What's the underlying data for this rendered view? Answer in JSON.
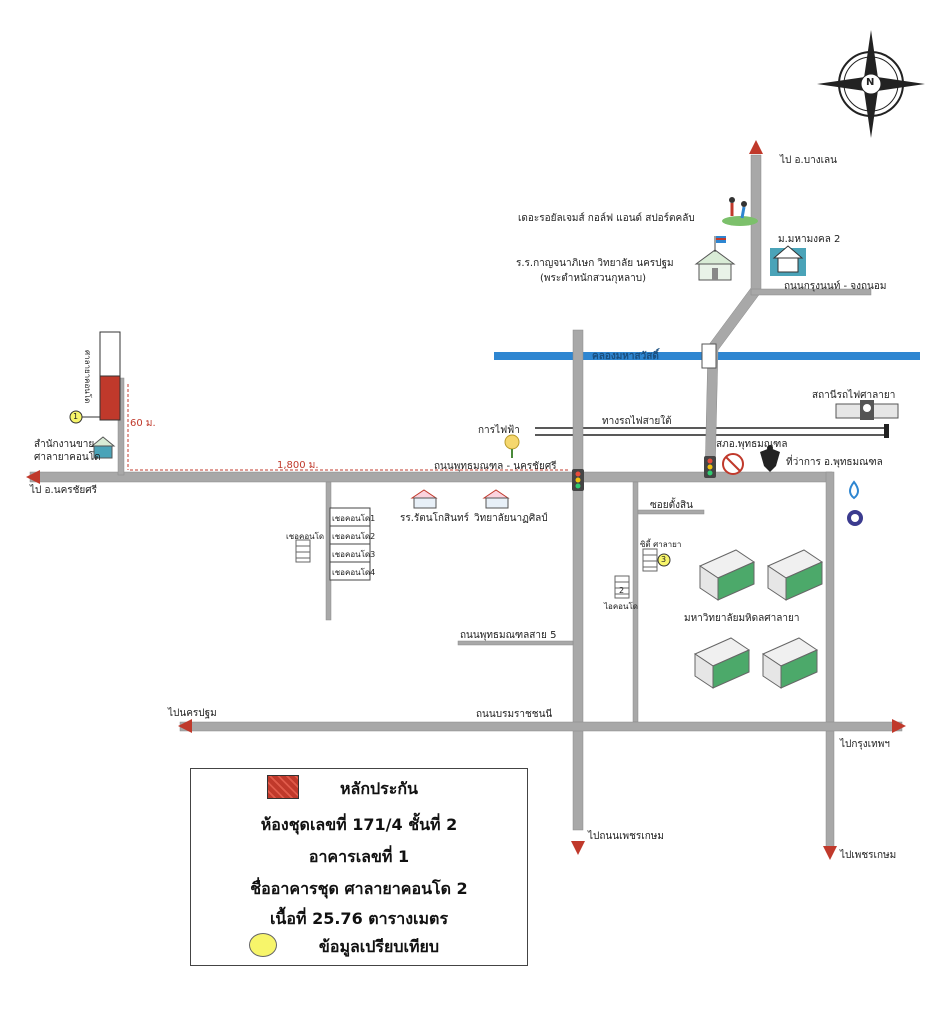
{
  "compass": {
    "letter": "N"
  },
  "roads": {
    "to_bangsaen": "ไป อ.บางเลน",
    "mahamongkol": "ม.มหามงคล 2",
    "krungnon_road": "ถนนกรุงนนท์ - จงถนอม",
    "canal": "คลองมหาสวัสดิ์",
    "railway": "ทางรถไฟสายใต้",
    "main_road": "ถนนพุทธมณฑล - นครชัยศรี",
    "to_nakhon_chai_si": "ไป อ.นครชัยศรี",
    "soi_tangsin": "ซอยตั้งสิน",
    "sai5": "ถนนพุทธมณฑลสาย 5",
    "borommaratchachonnani": "ถนนบรมราชชนนี",
    "to_nakhon_pathom": "ไปนครปฐม",
    "to_bangkok": "ไปกรุงเทพฯ",
    "to_phetkasem_road": "ไปถนนเพชรเกษม",
    "to_phetkasem": "ไปเพชรเกษม"
  },
  "distances": {
    "main": "1,800 ม.",
    "side": "60 ม."
  },
  "places": {
    "golf": "เดอะรอยัลเจมส์ กอล์ฟ แอนด์ สปอร์ตคลับ",
    "school_line1": "ร.ร.กาญจนาภิเษก วิทยาลัย นครปฐม",
    "school_line2": "(พระตำหนักสวนกุหลาบ)",
    "salaya_station": "สถานีรถไฟศาลายา",
    "electricity": "การไฟฟ้า",
    "police": "สภอ.พุทธมณฑล",
    "district_office": "ที่ว่าการ อ.พุทธมณฑล",
    "sales_office_line1": "สำนักงานขาย",
    "sales_office_line2": "ศาลายาคอนโด",
    "rattanakosin_school": "รร.รัตนโกสินทร์",
    "natasin_college": "วิทยาลัยนาฏศิลป์",
    "mahidol": "มหาวิทยาลัยมหิดลศาลายา",
    "condo_left": "เชอคอนโด",
    "condo_1": "เชอคอนโด1",
    "condo_2": "เชอคอนโด2",
    "condo_3": "เชอคอนโด3",
    "condo_4": "เชอคอนโด4",
    "condo_ip": "ไอคอนโด",
    "city_salaya": "ซิตี้ ศาลายา",
    "subject_label": "ศาลายาคอนโด"
  },
  "markers": {
    "m1": "1",
    "m2": "2",
    "m3": "3"
  },
  "legend": {
    "collateral": "หลักประกัน",
    "unit": "ห้องชุดเลขที่ 171/4 ชั้นที่ 2",
    "building": "อาคารเลขที่ 1",
    "name": "ชื่ออาคารชุด ศาลายาคอนโด 2",
    "area": "เนื้อที่ 25.76  ตารางเมตร",
    "comparison": "ข้อมูลเปรียบเทียบ"
  },
  "colors": {
    "road": "#a8a8a8",
    "canal": "#2e86d1",
    "collateral": "#c0392b",
    "comparison": "#f7f56a",
    "arrow": "#c0392b"
  }
}
